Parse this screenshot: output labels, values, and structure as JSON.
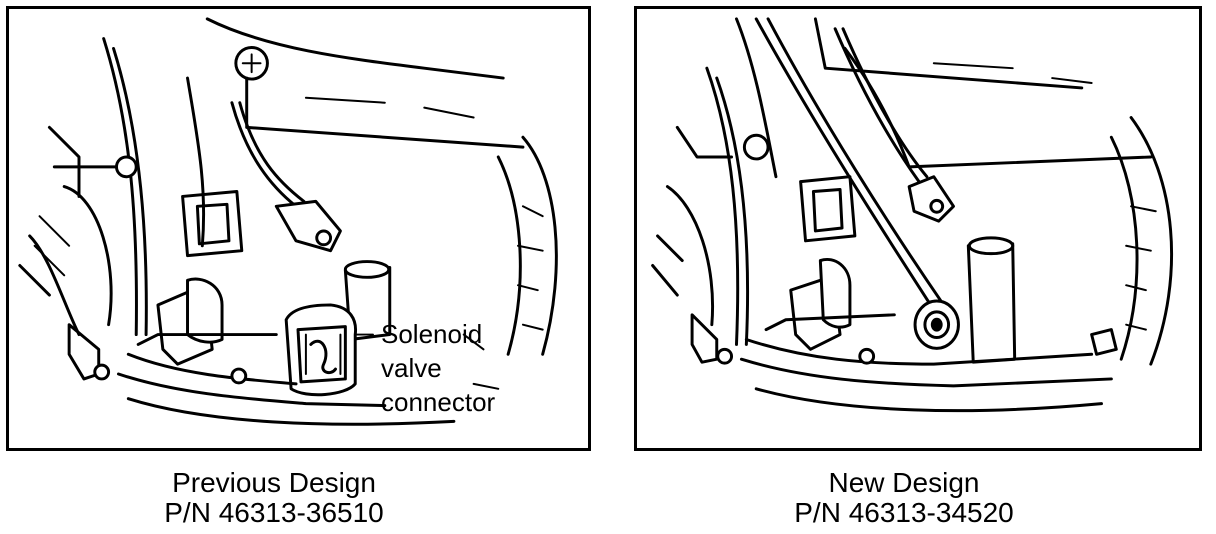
{
  "left_panel": {
    "callout_lines": [
      "Solenoid",
      "valve",
      "connector"
    ],
    "caption_title": "Previous Design",
    "caption_pn": "P/N 46313-36510"
  },
  "right_panel": {
    "caption_title": "New Design",
    "caption_pn": "P/N 46313-34520"
  }
}
